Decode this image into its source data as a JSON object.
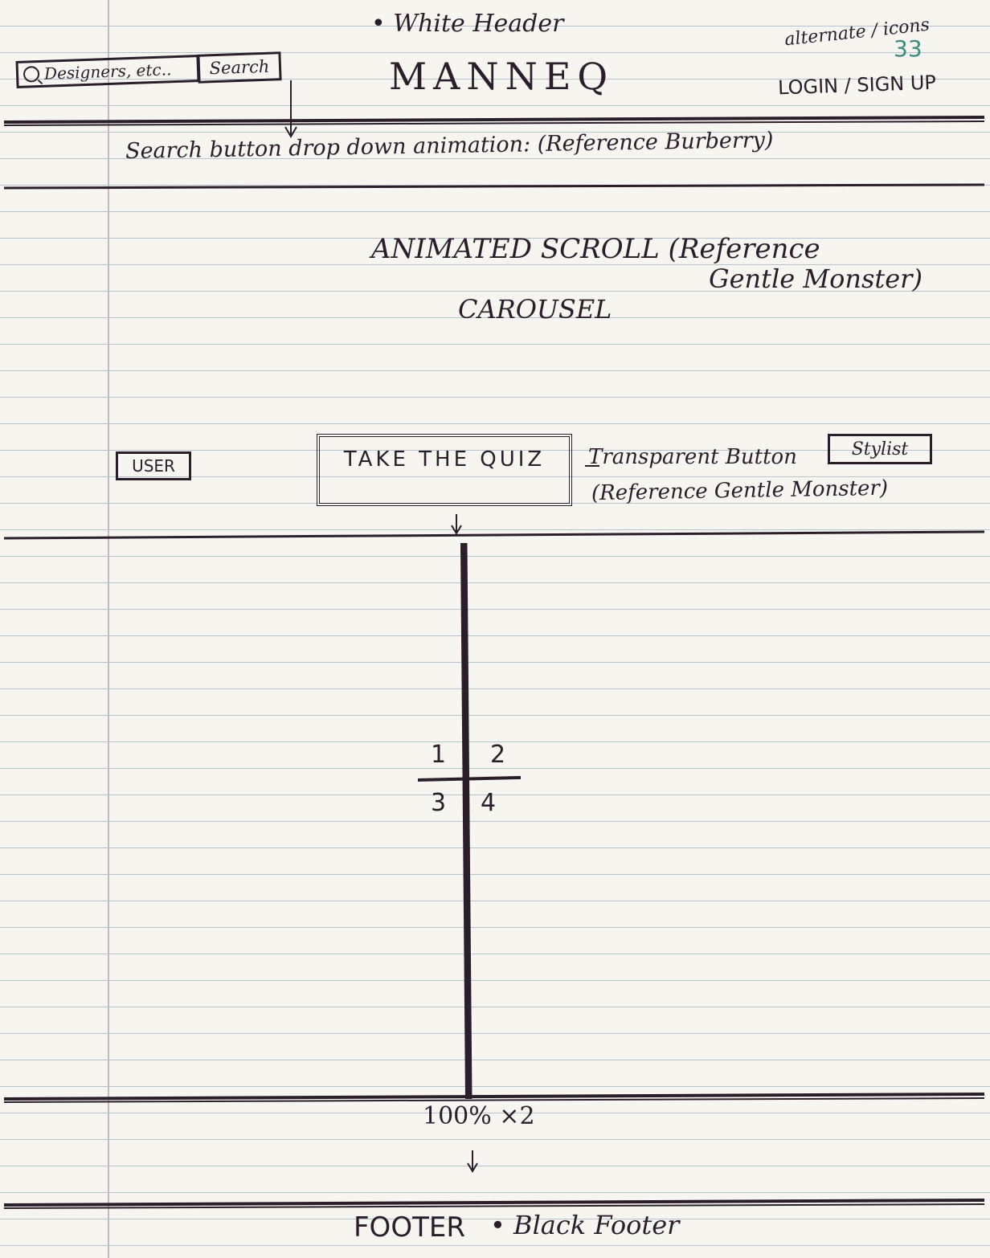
{
  "header": {
    "note_top": "• White Header",
    "logo": "MANNEQ",
    "alt_icons_note": "alternate / icons",
    "page_number": "33",
    "login_signup": "LOGIN / SIGN UP",
    "search_placeholder": "Designers, etc..",
    "search_button": "Search",
    "search_note": "Search button drop down animation: (Reference Burberry)"
  },
  "hero": {
    "line1": "ANIMATED SCROLL (Reference",
    "line2": "Gentle Monster)",
    "line3": "CAROUSEL"
  },
  "buttons_row": {
    "user_button": "USER",
    "quiz_button": "TAKE THE QUIZ",
    "transparent_note": "Transparent Button",
    "transparent_ref": "(Reference Gentle Monster)",
    "stylist_button": "Stylist"
  },
  "grid": {
    "cells": [
      "1",
      "2",
      "3",
      "4"
    ],
    "size_note": "100% ×2"
  },
  "footer": {
    "label": "FOOTER",
    "note": "• Black Footer"
  }
}
